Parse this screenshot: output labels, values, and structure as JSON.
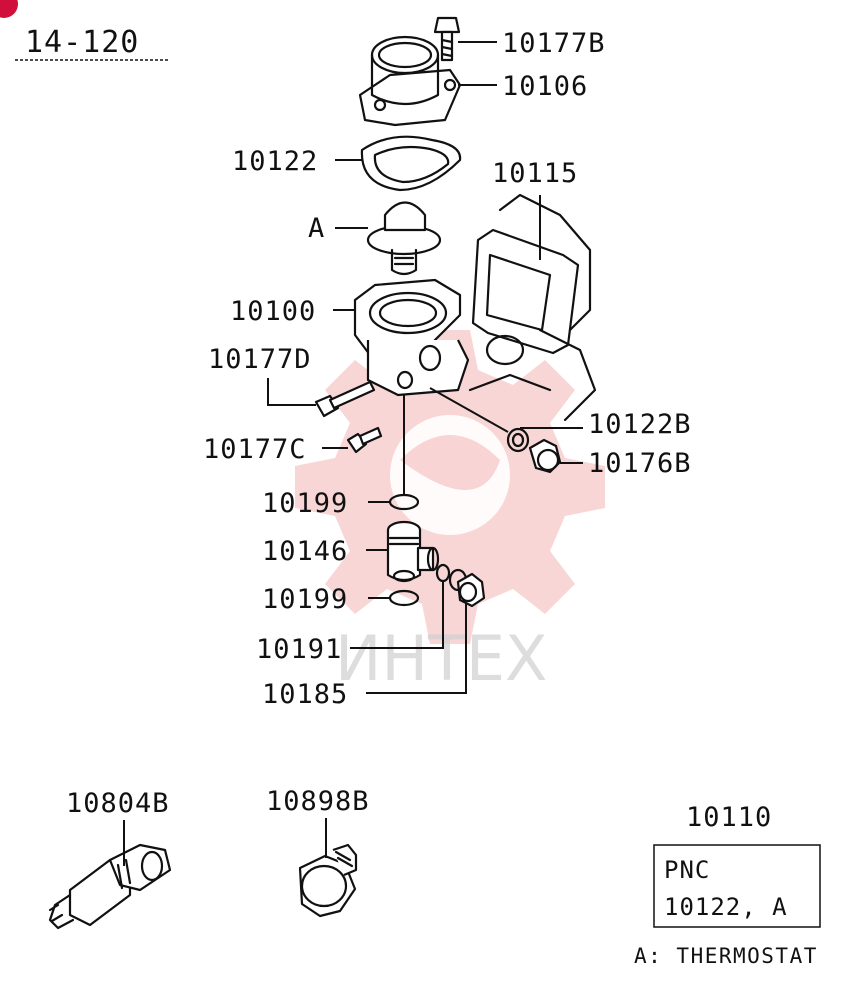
{
  "page_ref": "14-120",
  "watermark_text": "ИНТЕХ",
  "callouts": [
    {
      "id": "10177B",
      "text": "10177B"
    },
    {
      "id": "10106",
      "text": "10106"
    },
    {
      "id": "10122",
      "text": "10122"
    },
    {
      "id": "10115",
      "text": "10115"
    },
    {
      "id": "A",
      "text": "A"
    },
    {
      "id": "10100",
      "text": "10100"
    },
    {
      "id": "10177D",
      "text": "10177D"
    },
    {
      "id": "10122B",
      "text": "10122B"
    },
    {
      "id": "10177C",
      "text": "10177C"
    },
    {
      "id": "10176B",
      "text": "10176B"
    },
    {
      "id": "10199a",
      "text": "10199"
    },
    {
      "id": "10146",
      "text": "10146"
    },
    {
      "id": "10199b",
      "text": "10199"
    },
    {
      "id": "10191",
      "text": "10191"
    },
    {
      "id": "10185",
      "text": "10185"
    },
    {
      "id": "10804B",
      "text": "10804B"
    },
    {
      "id": "10898B",
      "text": "10898B"
    }
  ],
  "pnc_box": {
    "number": "10110",
    "line1": "PNC",
    "line2": "10122, A"
  },
  "legend": "A: THERMOSTAT",
  "colors": {
    "ink": "#111111",
    "watermark": "#f3b5b5",
    "badge": "#d0103a"
  }
}
